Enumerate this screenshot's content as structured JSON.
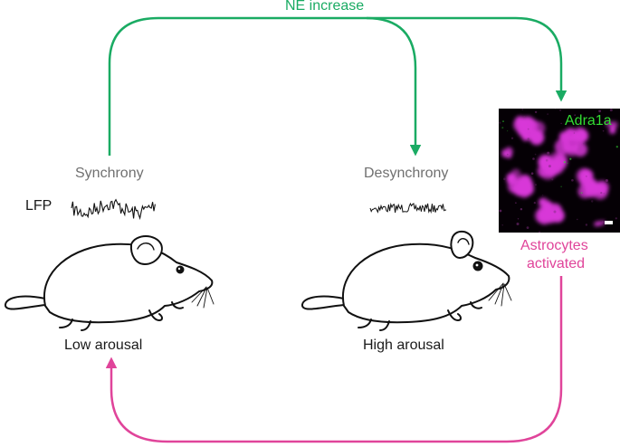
{
  "arrows": {
    "top": {
      "label": "NE increase",
      "color": "#1aab63"
    },
    "bottom": {
      "color": "#e0449a"
    }
  },
  "left_state": {
    "rhythm_label": "Synchrony",
    "trace_label": "LFP",
    "caption": "Low arousal"
  },
  "right_state": {
    "rhythm_label": "Desynchrony",
    "caption": "High arousal"
  },
  "micrograph": {
    "marker_label": "Adra1a",
    "marker_color": "#33dd33",
    "cell_color": "#d838d8"
  },
  "astrocyte_label": [
    "Astrocytes",
    "activated"
  ]
}
